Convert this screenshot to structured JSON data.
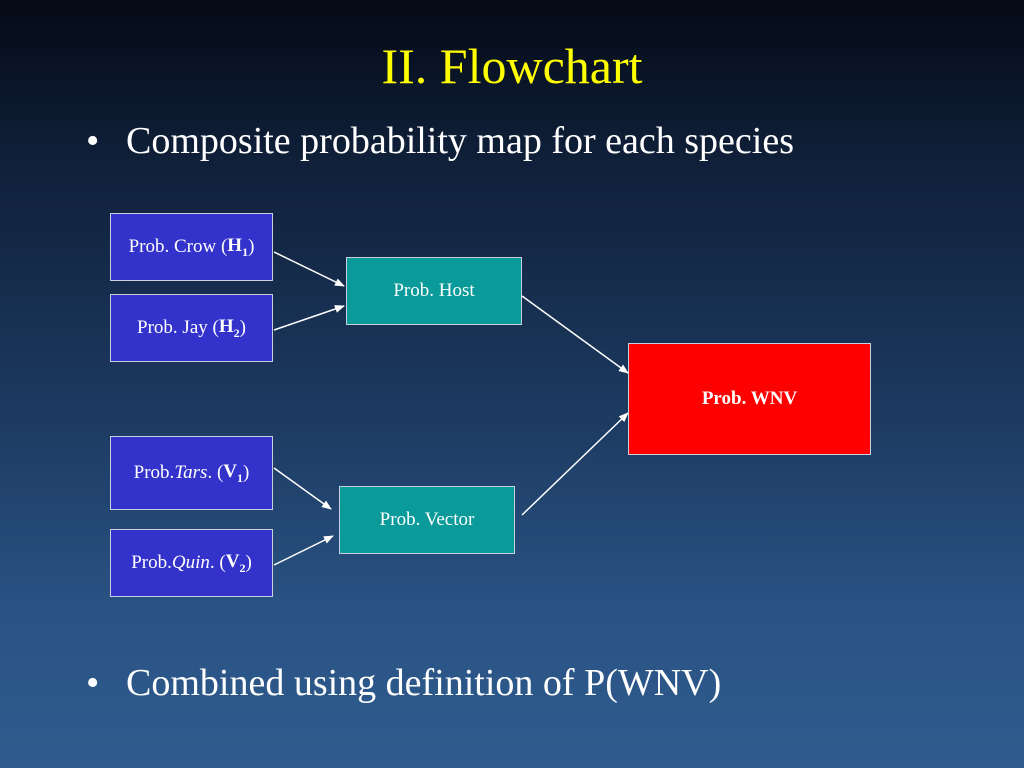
{
  "slide": {
    "title": "II. Flowchart",
    "bullets": [
      "Composite probability map for each species",
      "Combined using definition of P(WNV)"
    ],
    "bullet_char": "•"
  },
  "flowchart": {
    "nodes": {
      "crow": {
        "prefix": "Prob. Crow (",
        "italic": "",
        "suffix": "",
        "var": "H",
        "sub": "1",
        "close": ")"
      },
      "jay": {
        "prefix": "Prob. Jay (",
        "italic": "",
        "suffix": "",
        "var": "H",
        "sub": "2",
        "close": ")"
      },
      "tars": {
        "prefix": "Prob. ",
        "italic": "Tars",
        "suffix": ". (",
        "var": "V",
        "sub": "1",
        "close": ")"
      },
      "quin": {
        "prefix": "Prob. ",
        "italic": "Quin",
        "suffix": ". (",
        "var": "V",
        "sub": "2",
        "close": ")"
      },
      "host": {
        "label": "Prob. Host"
      },
      "vector": {
        "label": "Prob. Vector"
      },
      "wnv": {
        "label": "Prob. WNV"
      }
    },
    "edges": [
      [
        "crow",
        "host"
      ],
      [
        "jay",
        "host"
      ],
      [
        "tars",
        "vector"
      ],
      [
        "quin",
        "vector"
      ],
      [
        "host",
        "wnv"
      ],
      [
        "vector",
        "wnv"
      ]
    ],
    "colors": {
      "species_box": "#3333cc",
      "intermediate_box": "#0a9a9a",
      "result_box": "#ff0000",
      "title": "#ffff00",
      "text": "#ffffff"
    }
  }
}
